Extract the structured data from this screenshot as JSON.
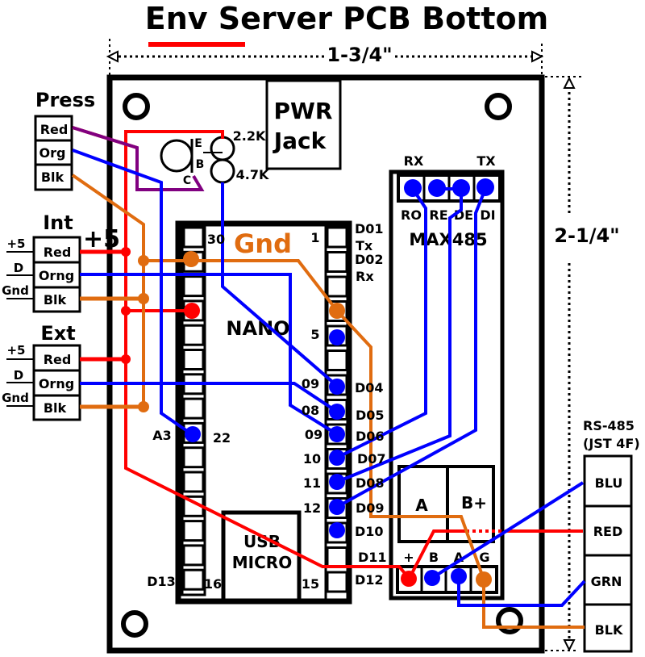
{
  "title": "Env Server PCB Bottom",
  "dimensions": {
    "width": "1-3/4\"",
    "height": "2-1/4\""
  },
  "pwr_jack": {
    "line1": "PWR",
    "line2": "Jack"
  },
  "press": {
    "label": "Press",
    "pins": [
      "Red",
      "Org",
      "Blk"
    ]
  },
  "transistor": {
    "e": "E",
    "b": "B",
    "c": "C"
  },
  "resistors": {
    "r1": "2.2K",
    "r2": "4.7K"
  },
  "int": {
    "label": "Int",
    "pins": [
      "Red",
      "Orng",
      "Blk"
    ],
    "side": [
      "+5",
      "D",
      "Gnd"
    ]
  },
  "ext": {
    "label": "Ext",
    "pins": [
      "Red",
      "Orng",
      "Blk"
    ],
    "side": [
      "+5",
      "D",
      "Gnd"
    ]
  },
  "plus5": "+5",
  "gnd": "Gnd",
  "nano": {
    "label": "NANO",
    "usb_line1": "USB",
    "usb_line2": "MICRO"
  },
  "nano_pin_numbers": {
    "p30": "30",
    "p1": "1",
    "p5": "5",
    "p09a": "09",
    "p08": "08",
    "p09b": "09",
    "p10": "10",
    "p11": "11",
    "p12": "12",
    "p15": "15",
    "p16": "16",
    "a3": "A3",
    "p22": "22",
    "d13": "D13"
  },
  "d_labels": {
    "d01": "D01",
    "tx": "Tx",
    "d02": "D02",
    "rx": "Rx",
    "d04": "D04",
    "d05": "D05",
    "d06": "D06",
    "d07": "D07",
    "d08": "D08",
    "d09": "D09",
    "d10": "D10",
    "d11": "D11",
    "d12": "D12"
  },
  "max485": {
    "label": "MAX485",
    "rx": "RX",
    "tx": "TX",
    "pins": [
      "RO",
      "RE",
      "DE",
      "DI"
    ],
    "a": "A",
    "bplus": "B+",
    "bottom_pins": [
      "+",
      "B",
      "A",
      "G"
    ]
  },
  "rs485": {
    "line1": "RS-485",
    "line2": "(JST 4F)",
    "pins": [
      "BLU",
      "RED",
      "GRN",
      "BLK"
    ]
  },
  "colors": {
    "red": "#ff0000",
    "blue": "#0000ff",
    "orange": "#e06c10",
    "purple": "#800080",
    "black": "#000000"
  }
}
